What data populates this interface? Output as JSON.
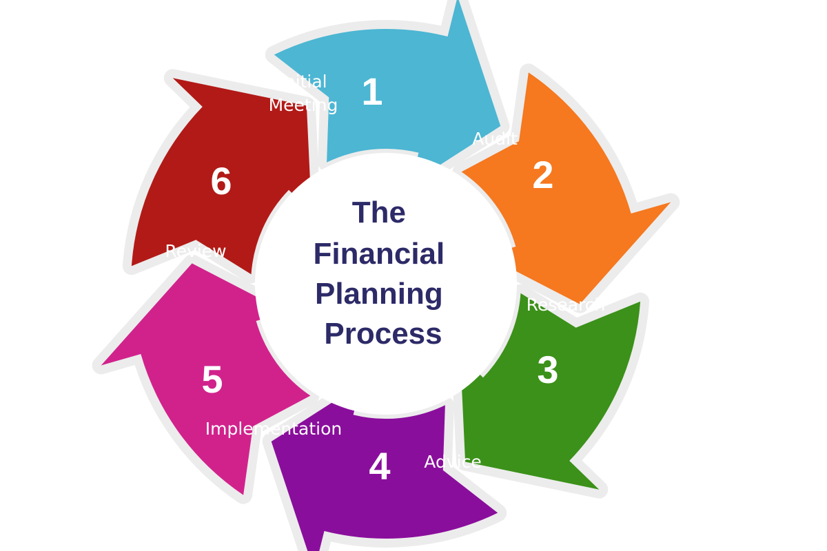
{
  "title_lines": [
    "The",
    "Financial",
    "Planning",
    "Process"
  ],
  "colors": {
    "title": "#2d2a68",
    "outline": "#ececec",
    "hub": "#ffffff"
  },
  "steps": [
    {
      "number": "1",
      "label_lines": [
        "Initial",
        "Meeting"
      ],
      "color": "#b21a17"
    },
    {
      "number": "2",
      "label_lines": [
        "Audit"
      ],
      "color": "#4cb6d3"
    },
    {
      "number": "3",
      "label_lines": [
        "Research"
      ],
      "color": "#f6781f"
    },
    {
      "number": "4",
      "label_lines": [
        "Advice"
      ],
      "color": "#3b9119"
    },
    {
      "number": "5",
      "label_lines": [
        "Implementation"
      ],
      "color": "#8a0e9c"
    },
    {
      "number": "6",
      "label_lines": [
        "Review"
      ],
      "color": "#d1228c"
    }
  ]
}
